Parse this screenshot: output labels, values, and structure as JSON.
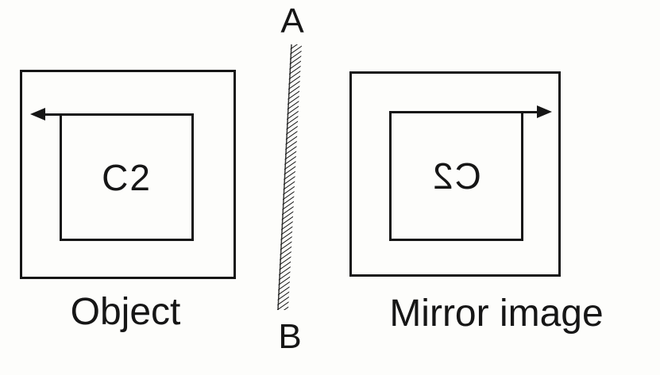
{
  "page": {
    "background_color": "#fdfdfb",
    "ink_color": "#161616"
  },
  "mirror": {
    "top_label": "A",
    "bottom_label": "B"
  },
  "object_figure": {
    "text": "C2",
    "caption": "Object"
  },
  "mirror_figure": {
    "text": "C2",
    "caption": "Mirror image"
  }
}
